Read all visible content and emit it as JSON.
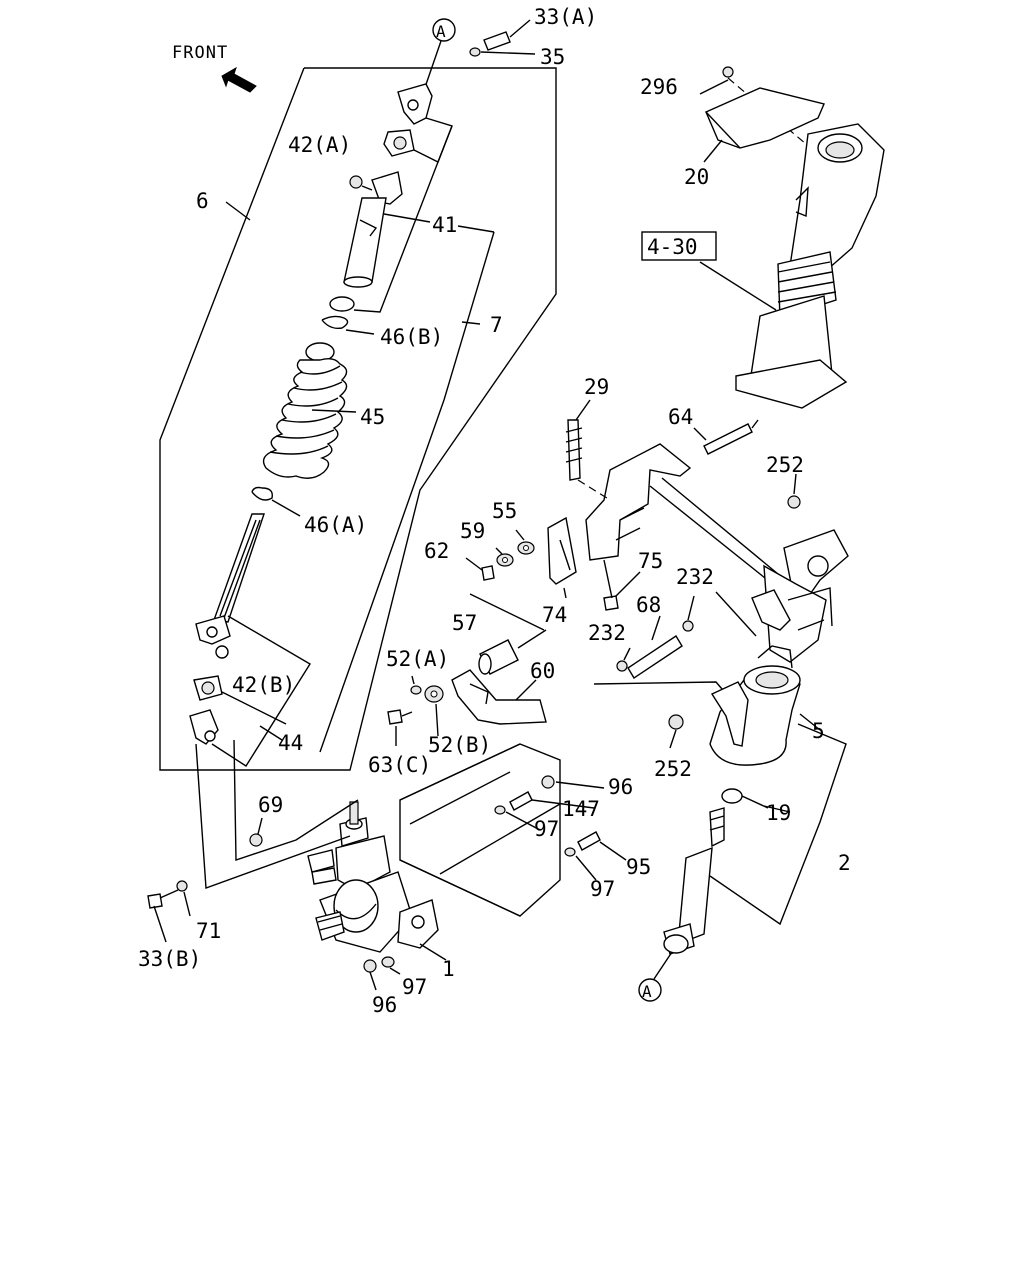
{
  "front_label": "FRONT",
  "ref_box": "4-30",
  "marker_a": "A",
  "labels": {
    "p33a": "33(A)",
    "p35": "35",
    "p296": "296",
    "p20": "20",
    "p42a": "42(A)",
    "p6": "6",
    "p41": "41",
    "p46b": "46(B)",
    "p7": "7",
    "p45": "45",
    "p29": "29",
    "p64": "64",
    "p252_top": "252",
    "p46a": "46(A)",
    "p55": "55",
    "p59": "59",
    "p62": "62",
    "p75": "75",
    "p232_r": "232",
    "p68": "68",
    "p74": "74",
    "p57": "57",
    "p232_l": "232",
    "p52a": "52(A)",
    "p60": "60",
    "p42b": "42(B)",
    "p44": "44",
    "p52b": "52(B)",
    "p5": "5",
    "p252_bot": "252",
    "p63c": "63(C)",
    "p96_top": "96",
    "p147": "147",
    "p19": "19",
    "p69": "69",
    "p97_top": "97",
    "p2": "2",
    "p95": "95",
    "p97_mid": "97",
    "p71": "71",
    "p1": "1",
    "p33b": "33(B)",
    "p97_bot": "97",
    "p96_bot": "96"
  }
}
